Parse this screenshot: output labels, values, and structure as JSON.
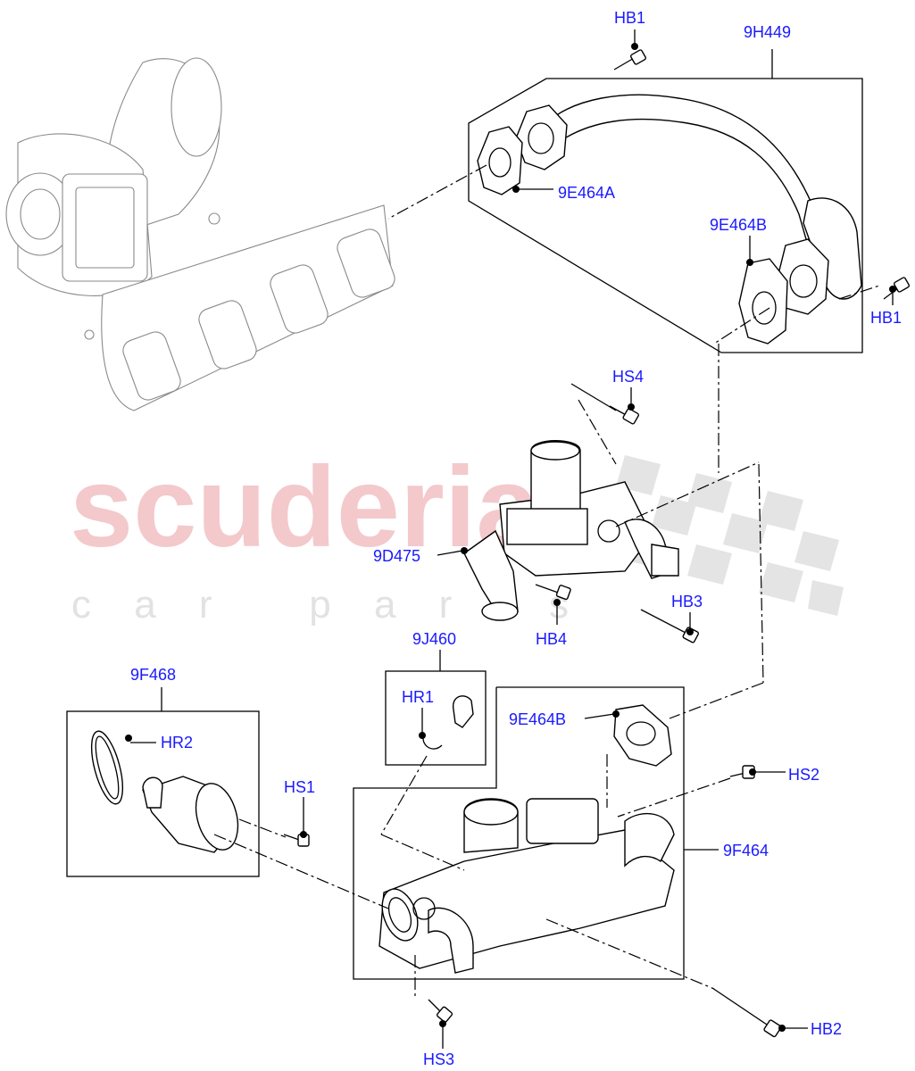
{
  "watermark": {
    "brand": "scuderia",
    "sub": "c a r   p a r t s",
    "color": "#f0b8bc"
  },
  "labels": {
    "hb1_top": "HB1",
    "p9h449": "9H449",
    "p9e464a": "9E464A",
    "p9e464b_top": "9E464B",
    "hb1_right": "HB1",
    "hs4": "HS4",
    "p9d475": "9D475",
    "hb3": "HB3",
    "hb4": "HB4",
    "p9j460": "9J460",
    "hr1": "HR1",
    "p9f468": "9F468",
    "hr2": "HR2",
    "hs1": "HS1",
    "p9e464b_bottom": "9E464B",
    "hs2": "HS2",
    "p9f464": "9F464",
    "hs3": "HS3",
    "hb2": "HB2"
  },
  "colors": {
    "label": "#1a1aff",
    "line": "#000000",
    "ghost": "#8a8a8a"
  }
}
